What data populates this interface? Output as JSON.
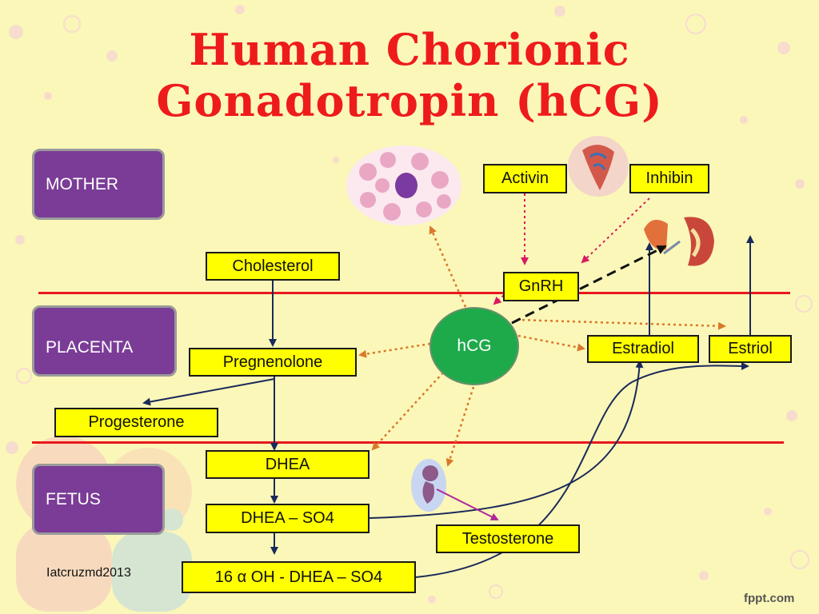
{
  "title_line1": "Human Chorionic",
  "title_line2": "Gonadotropin (hCG)",
  "regions": {
    "mother": "MOTHER",
    "placenta": "PLACENTA",
    "fetus": "FETUS"
  },
  "boxes": {
    "activin": "Activin",
    "inhibin": "Inhibin",
    "cholesterol": "Cholesterol",
    "gnrh": "GnRH",
    "pregnenolone": "Pregnenolone",
    "estradiol": "Estradiol",
    "estriol": "Estriol",
    "progesterone": "Progesterone",
    "dhea": "DHEA",
    "dhea_so4": "DHEA – SO4",
    "testosterone": "Testosterone",
    "oh_dhea_so4": "16 α OH - DHEA – SO4"
  },
  "hcg": "hCG",
  "credit": "Iatcruzmd2013",
  "brand": "fppt.com",
  "colors": {
    "background": "#fbf7b9",
    "title": "#ee1b1b",
    "region": "#7a3c96",
    "box": "#ffff00",
    "hcg": "#1eaa4a",
    "divider": "#e8181e",
    "dotted_arrow": "#d9792a",
    "solid_arrow": "#1b2a5a",
    "testosterone_arrow": "#b0289a"
  },
  "icons": [
    "blood-cells-image",
    "pituitary-image",
    "kidney-image",
    "fetus-image",
    "baby-image"
  ]
}
